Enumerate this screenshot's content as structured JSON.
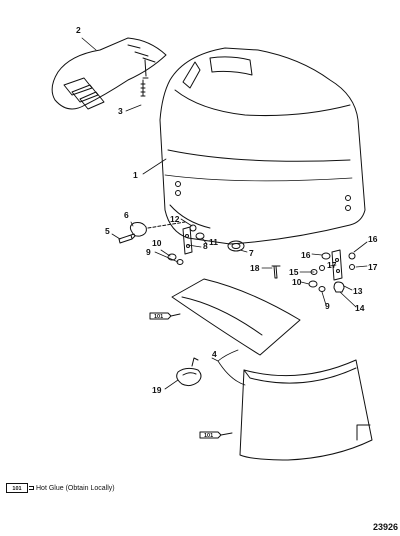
{
  "callouts": [
    "1",
    "2",
    "3",
    "4",
    "4",
    "5",
    "6",
    "7",
    "8",
    "9",
    "9",
    "10",
    "10",
    "11",
    "12",
    "13",
    "14",
    "15",
    "16",
    "16",
    "17",
    "17",
    "18",
    "19"
  ],
  "tube_label": "101",
  "legend": {
    "chip_label": "101",
    "text": "Hot Glue (Obtain Locally)"
  },
  "doc_number": "23926"
}
